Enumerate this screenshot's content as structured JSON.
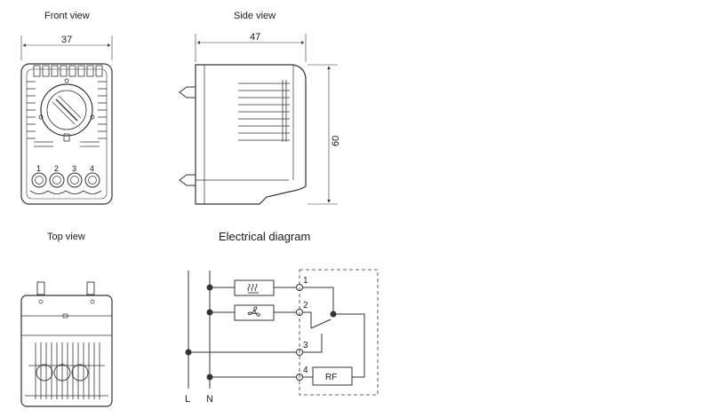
{
  "labels": {
    "front_view": "Front view",
    "side_view": "Side view",
    "top_view": "Top view",
    "electrical_diagram": "Electrical diagram"
  },
  "dimensions": {
    "front_width": "37",
    "side_depth": "47",
    "side_height": "60"
  },
  "terminals": [
    "1",
    "2",
    "3",
    "4"
  ],
  "electrical": {
    "line_L": "L",
    "line_N": "N",
    "terminal_1": "1",
    "terminal_2": "2",
    "terminal_3": "3",
    "terminal_4": "4",
    "rf_label": "RF",
    "heater_icon": "heater-icon",
    "fan_icon": "fan-icon"
  },
  "colors": {
    "line": "#333333",
    "background": "#ffffff"
  }
}
